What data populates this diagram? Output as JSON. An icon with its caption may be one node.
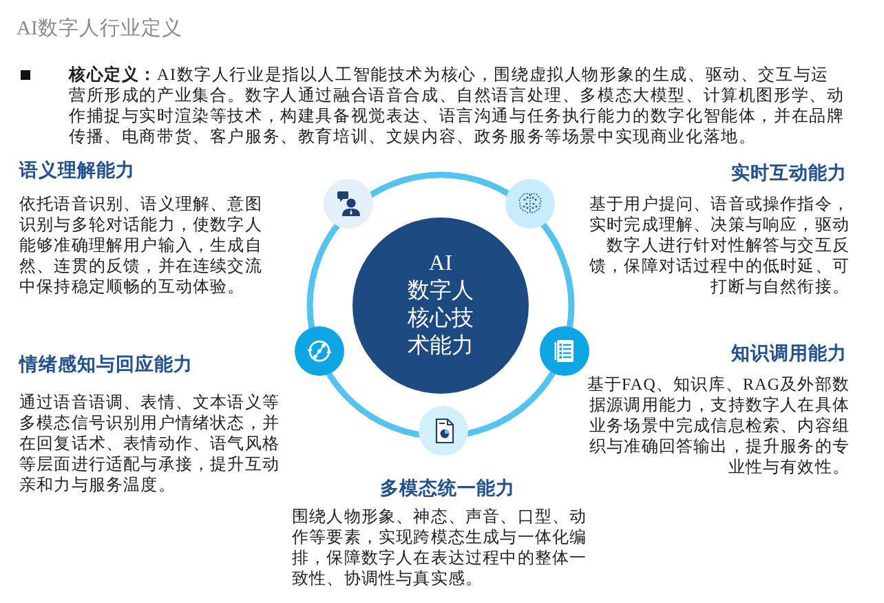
{
  "diagram": {
    "title": "AI数字人行业定义",
    "nodes": [
      {
        "text": [],
        "shape": "circle",
        "beside": [
          "语义理解能力",
          "依托语音识别、语义理解、意图识别与多轮对话能力，使数字人能够准确理解用户输入，生成自然、连贯的反馈，并在连续交流中保持稳定顺畅的互动体验。"
        ]
      },
      {
        "text": [],
        "shape": "circle",
        "beside": [
          "实时互动能力",
          "基于用户提问、语音或操作指令，实时完成理解、决策与响应，驱动数字人进行针对性解答与交互反馈，保障对话过程中的低时延、可打断与自然衔接。"
        ]
      },
      {
        "text": [
          "AI数字人核心技术能力"
        ]
      },
      {
        "text": [],
        "shape": "circle",
        "beside": [
          "情绪感知与回应能力",
          "通过语音语调、表情、文本语义等多模态信号识别用户情绪状态，并在回复话术、表情动作、语气风格等层面进行适配与承接，提升互动亲和力与服务温度。"
        ]
      },
      {
        "text": [],
        "shape": "circle",
        "beside": [
          "知识调用能力",
          "基于FAQ、知识库、RAG及外部数据源调用能力，支持数字人在具体业务场景中完成信息检索、内容组织与准确回答输出，提升服务的专业性与有效性。"
        ]
      },
      {
        "text": [],
        "shape": "circle",
        "beside": [
          "多模态统一能力",
          "围绕人物形象、神态、声音、口型、动作等要素，实现跨模态生成与一体化编排，保障数字人在表达过程中的整体一致性、协调性与真实感。"
        ]
      }
    ],
    "labels": [
      "**核心定义：**AI数字人行业是指以人工智能技术为核心，围绕虚拟人物形象的生成、驱动、交互与运营所形成的产业集合。数字人通过融合语音合成、自然语言处理、多模态大模型、计算机图形学、动作捕捉与实时渲染等技术，构建具备视觉表达、语言沟通与任务执行能力的数字化智能体，并在品牌传播、电商带货、客户服务、教育培训、文娱内容、政务服务等场景中实现商业化落地。"
    ]
  }
}
